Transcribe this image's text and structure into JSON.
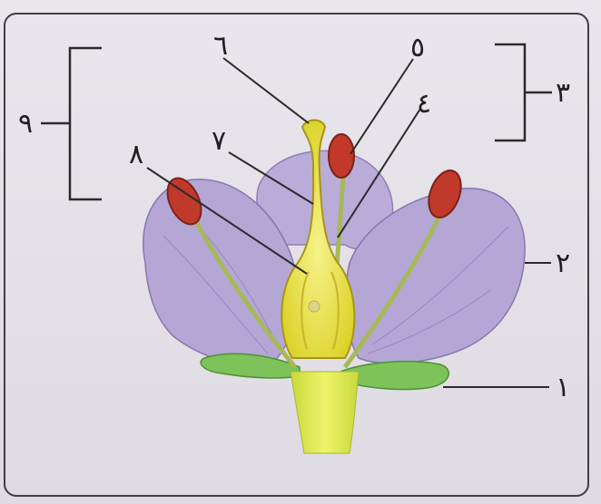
{
  "diagram": {
    "labels": {
      "one": "١",
      "two": "٢",
      "three": "٣",
      "four": "٤",
      "five": "٥",
      "six": "٦",
      "seven": "٧",
      "eight": "٨",
      "nine": "٩"
    },
    "colors": {
      "petal": "#b4a7d6",
      "petal_dark": "#8e7fb5",
      "pistil": "#eae44a",
      "pistil_edge": "#b8a51f",
      "stem": "#d9e84a",
      "sepal": "#7dc35a",
      "anther": "#c0392b",
      "filament": "#a7b85a",
      "line": "#2b2b2b"
    }
  }
}
